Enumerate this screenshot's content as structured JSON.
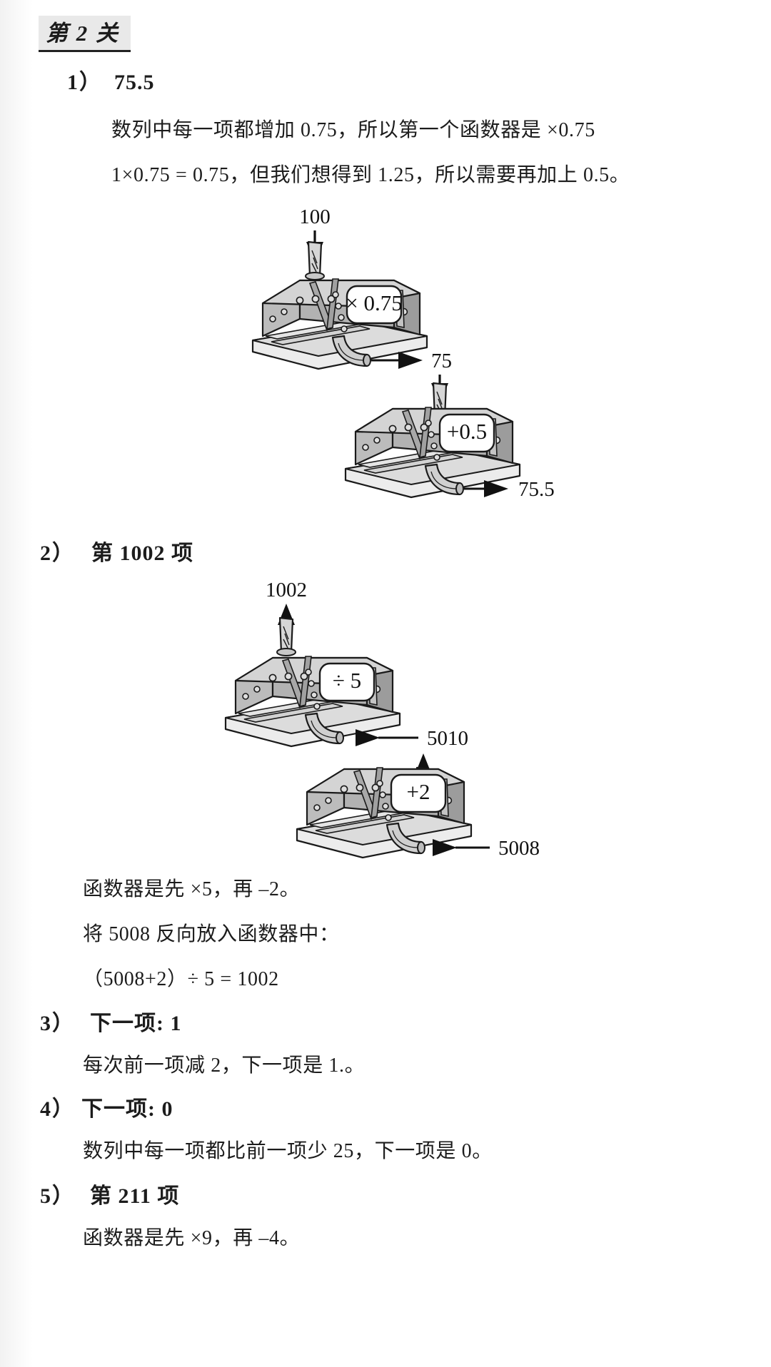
{
  "header": {
    "badge": "第 2 关"
  },
  "items": [
    {
      "number": "1",
      "paren": "）",
      "answer": "75.5",
      "lines": [
        "数列中每一项都增加 0.75，所以第一个函数器是 ×0.75",
        "1×0.75 = 0.75，但我们想得到 1.25，所以需要再加上 0.5。"
      ]
    },
    {
      "number": "2",
      "paren": "）",
      "answer": "第 1002 项",
      "lines": [
        "函数器是先 ×5，再 –2。",
        "将 5008 反向放入函数器中：",
        "（5008+2）÷ 5 = 1002"
      ]
    },
    {
      "number": "3",
      "paren": "）",
      "answer": "下一项: 1",
      "lines": [
        "每次前一项减 2，下一项是 1.。"
      ]
    },
    {
      "number": "4",
      "paren": "）",
      "answer": "下一项: 0",
      "lines": [
        "数列中每一项都比前一项少 25，下一项是 0。"
      ]
    },
    {
      "number": "5",
      "paren": "）",
      "answer": "第 211 项",
      "lines": [
        "函数器是先 ×9，再 –4。"
      ]
    }
  ],
  "figures": [
    {
      "id": "figure-one",
      "flow": "downward",
      "machines": [
        {
          "operation": "× 0.75",
          "input_label": "100",
          "output_label": "75"
        },
        {
          "operation": "+0.5",
          "input_label": "75",
          "output_label": "75.5"
        }
      ]
    },
    {
      "id": "figure-two",
      "flow": "upward",
      "machines": [
        {
          "operation": "÷ 5",
          "input_label": "5010",
          "output_label": "1002"
        },
        {
          "operation": "+2",
          "input_label": "5008",
          "output_label": "5010"
        }
      ]
    }
  ],
  "colors": {
    "ink": "#1c1c1c",
    "badge_background": "#e9e9e9",
    "machine_light": "#e0e0e0",
    "machine_mid": "#b9b9b9",
    "machine_dark": "#9a9a9a",
    "panel": "#ffffff",
    "outline": "#1a1a1a"
  }
}
